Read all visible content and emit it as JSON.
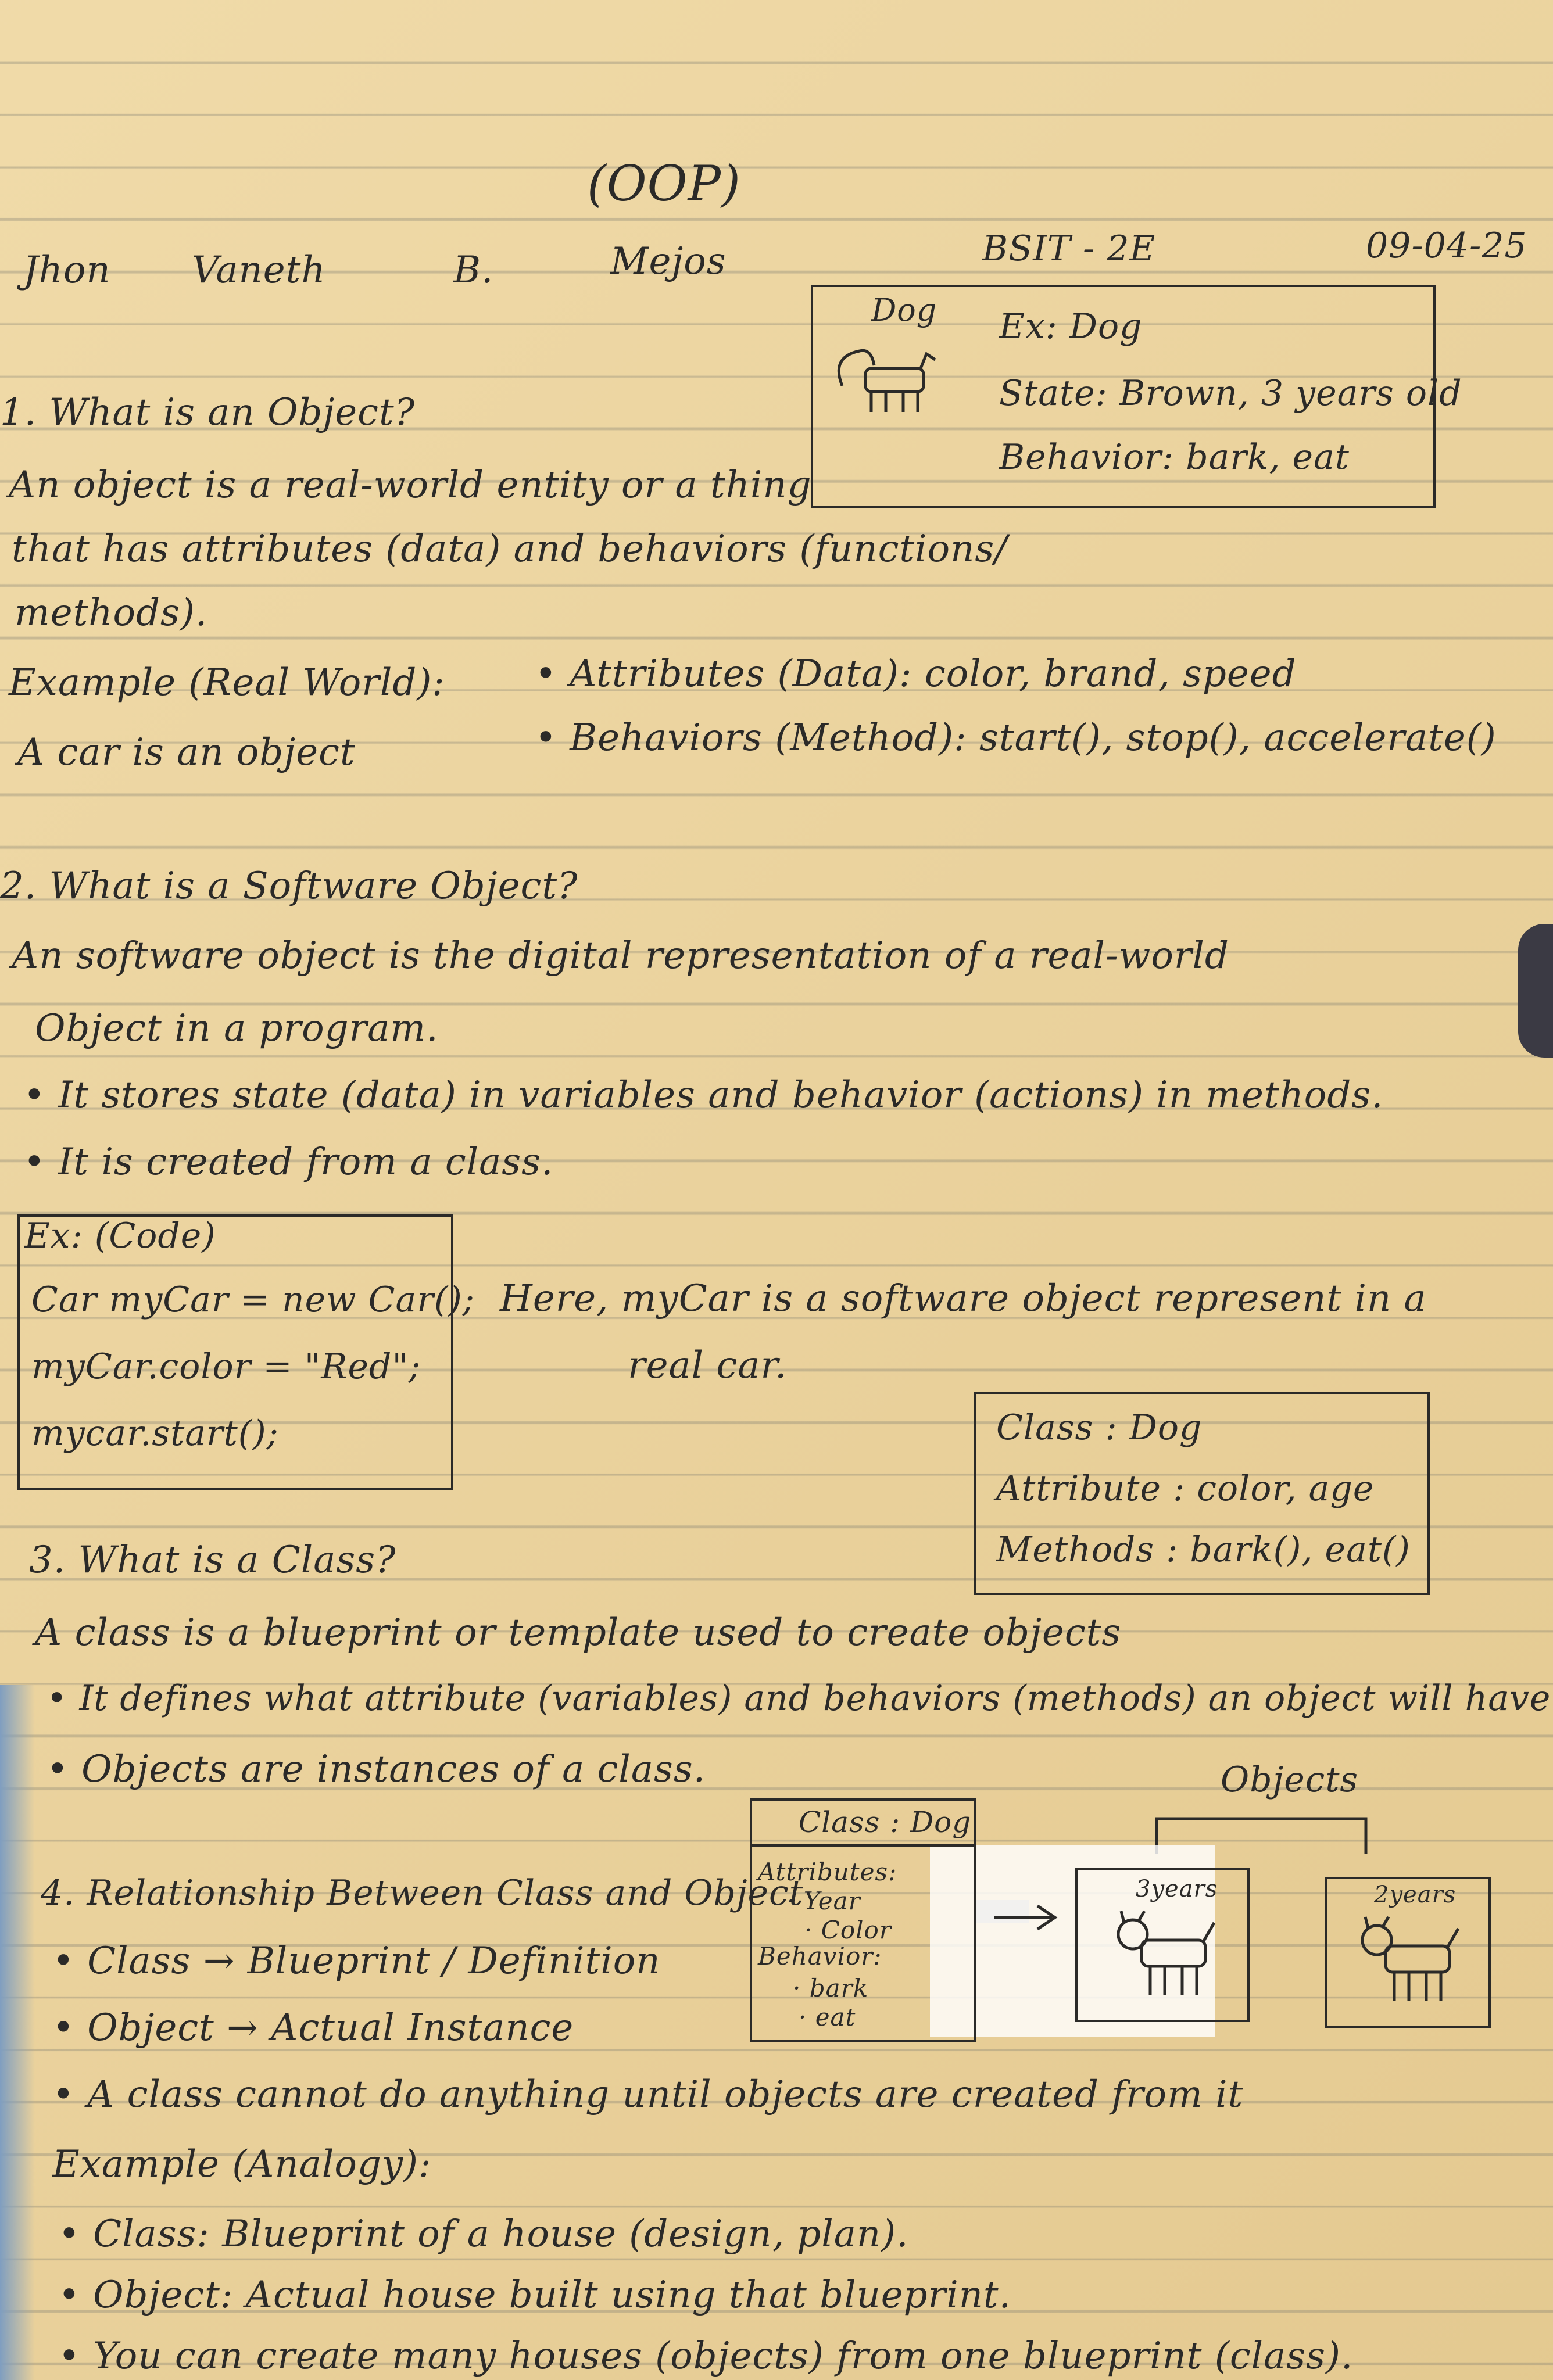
{
  "header": {
    "topic": "(OOP)",
    "first_name": "Jhon",
    "middle_name": "Vaneth",
    "middle_initial": "B.",
    "last_name": "Mejos",
    "section": "BSIT - 2E",
    "date": "09-04-25"
  },
  "dog_box": {
    "label": "Dog",
    "ex": "Ex: Dog",
    "state": "State: Brown, 3 years old",
    "behavior": "Behavior: bark, eat"
  },
  "section1": {
    "heading": "1. What is an Object?",
    "line1": "An object is a real-world entity or a thing",
    "line2": "that has attributes (data) and behaviors (functions/",
    "line3": "methods).",
    "example_label": "Example (Real World):",
    "example_text": "A car is an object",
    "bullet1": "Attributes (Data): color, brand, speed",
    "bullet2": "Behaviors (Method): start(), stop(), accelerate()"
  },
  "section2": {
    "heading": "2. What is a Software Object?",
    "line1": "An software object is the digital representation of a real-world",
    "line2": "Object in a program.",
    "bullet1": "It stores state (data) in variables and behavior (actions) in methods.",
    "bullet2": "It is created from a class."
  },
  "code_box": {
    "title": "Ex: (Code)",
    "line1": "Car myCar = new Car();",
    "line2": "myCar.color = \"Red\";",
    "line3": "mycar.start();"
  },
  "code_note": {
    "line1": "Here, myCar is a software object represent in a",
    "line2": "real car."
  },
  "class_box": {
    "line1": "Class : Dog",
    "line2": "Attribute : color, age",
    "line3": "Methods : bark(), eat()"
  },
  "section3": {
    "heading": "3. What is a Class?",
    "line1": "A class is a blueprint or template used to create objects",
    "bullet1": "It defines what attribute (variables) and behaviors (methods) an object will have.",
    "bullet2": "Objects are instances of a class."
  },
  "diagram": {
    "objects_label": "Objects",
    "class_title": "Class : Dog",
    "attributes_label": "Attributes:",
    "attr1": "Year",
    "attr2": "Color",
    "behavior_label": "Behavior:",
    "beh1": "bark",
    "beh2": "eat",
    "obj1_label": "3years",
    "obj2_label": "2years"
  },
  "section4": {
    "heading": "4. Relationship Between Class and Object",
    "bullet1": "Class → Blueprint / Definition",
    "bullet2": "Object → Actual Instance",
    "bullet3": "A class cannot do anything until objects are created from it",
    "example_label": "Example (Analogy):",
    "ex_bullet1": "Class: Blueprint of a house (design, plan).",
    "ex_bullet2": "Object: Actual house built using that blueprint.",
    "ex_bullet3": "You can create many houses (objects) from one blueprint (class)."
  }
}
